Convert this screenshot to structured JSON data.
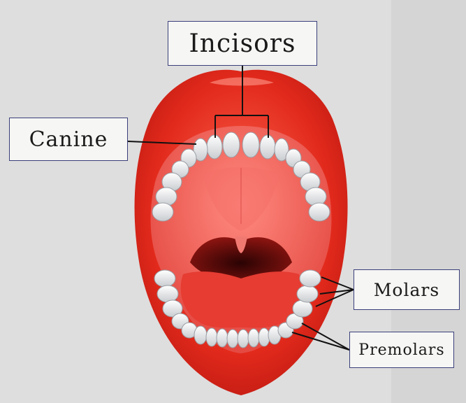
{
  "diagram": {
    "labels": {
      "incisors": "Incisors",
      "canine": "Canine",
      "molars": "Molars",
      "premolars": "Premolars"
    }
  },
  "colors": {
    "lips": "#d9281d",
    "mouth_inner": "#e9504a",
    "tooth": "#eef0f2",
    "throat": "#5a0a0a",
    "label_border": "#3a3f7a"
  }
}
